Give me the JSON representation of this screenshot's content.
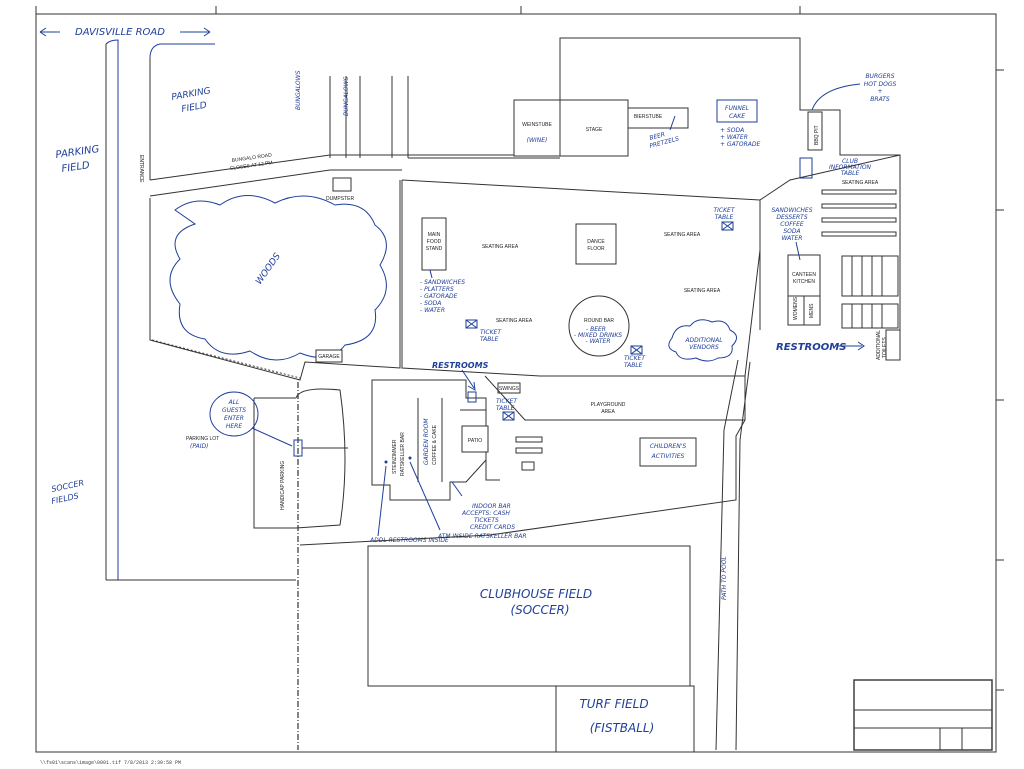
{
  "road": {
    "name": "DAVISVILLE ROAD"
  },
  "handwritten": {
    "parking_field_top": [
      "PARKING",
      "FIELD"
    ],
    "parking_field_left": [
      "PARKING",
      "FIELD"
    ],
    "soccer_fields": [
      "SOCCER",
      "FIELDS"
    ],
    "woods": "WOODS",
    "burgers": [
      "BURGERS",
      "HOT DOGS",
      "+",
      "BRATS"
    ],
    "funnel_cake": [
      "FUNNEL",
      "CAKE"
    ],
    "funnel_items": [
      "+ SODA",
      "+ WATER",
      "+ GATORADE"
    ],
    "wine": "(WINE)",
    "beer_pretzels": [
      "BEER",
      "PRETZELS"
    ],
    "club_info": [
      "CLUB",
      "INFORMATION",
      "TABLE"
    ],
    "canteen_items": [
      "SANDWICHES",
      "DESSERTS",
      "COFFEE",
      "SODA",
      "WATER"
    ],
    "main_food_items": [
      "- SANDWICHES",
      "- PLATTERS",
      "- GATORADE",
      "- SODA",
      "- WATER"
    ],
    "round_bar_items": [
      "- BEER",
      "- MIXED DRINKS",
      "- WATER"
    ],
    "additional_vendors": [
      "ADDITIONAL",
      "VENDORS"
    ],
    "ticket_table": [
      "TICKET",
      "TABLE"
    ],
    "restrooms_right": "RESTROOMS",
    "restrooms_mid": "RESTROOMS",
    "all_guests": [
      "ALL",
      "GUESTS",
      "ENTER",
      "HERE"
    ],
    "indoor_bar": [
      "INDOOR BAR",
      "ACCEPTS: CASH",
      "TICKETS",
      "CREDIT CARDS"
    ],
    "atm": "ATM  INSIDE RATSKELLER BAR",
    "addl_restrooms": "ADDL RESTROOMS INSIDE",
    "garden_room": [
      "GARDEN ROOM",
      "COFFEE & CAKE"
    ],
    "clubhouse_field": [
      "CLUBHOUSE FIELD",
      "(SOCCER)"
    ],
    "turf_field": [
      "TURF FIELD",
      "(FISTBALL)"
    ],
    "parking_lot_note": "(PAID)"
  },
  "printed": {
    "bungalows": "BUNGALOWS",
    "bungalo_road": [
      "BUNGALO ROAD",
      "CLOSES AT 12 PM"
    ],
    "entrance": "ENTRANCE",
    "dumpster": "DUMPSTER",
    "weinstube": "WEINSTUBE",
    "stage": "STAGE",
    "bierstube": "BIERSTUBE",
    "bbq_pit": "BBQ PIT",
    "seating_area": "SEATING AREA",
    "main_food_stand": [
      "MAIN",
      "FOOD",
      "STAND"
    ],
    "dance_floor": [
      "DANCE",
      "FLOOR"
    ],
    "round_bar": "ROUND BAR",
    "canteen_kitchen": [
      "CANTEEN",
      "KITCHEN"
    ],
    "womens": "WOMENS",
    "mens": "MENS",
    "additional_toilets": [
      "ADDITIONAL",
      "TOILETS"
    ],
    "garage": "GARAGE",
    "swings": "SWINGS",
    "patio": "PATIO",
    "playground": [
      "PLAYGROUND",
      "AREA"
    ],
    "childrens": [
      "CHILDREN'S",
      "ACTIVITIES"
    ],
    "steinzimmer": [
      "STEINZIMMER",
      "RATSKELLER BAR"
    ],
    "parking_lot": "PARKING LOT",
    "handicap_parking": "HANDICAP PARKING",
    "path_to_pool": "PATH TO POOL"
  },
  "footer": {
    "text": "\\\\fs01\\scans\\image\\0001.tif   7/8/2013 2:30:58 PM"
  },
  "colors": {
    "ink": "#1f3f9a",
    "line": "#333333"
  }
}
